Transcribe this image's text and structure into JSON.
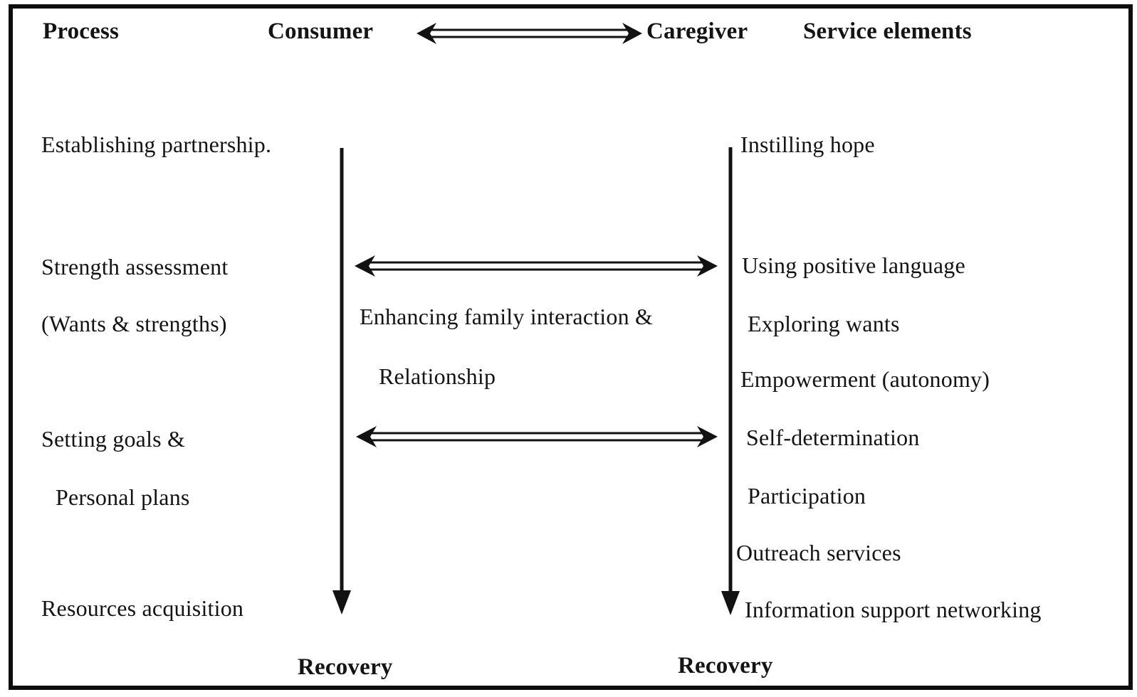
{
  "figure": {
    "title_row": {
      "process": "Process",
      "consumer": "Consumer",
      "caregiver": "Caregiver",
      "service_elements": "Service elements"
    },
    "process_steps": [
      "Establishing partnership.",
      "Strength assessment",
      "(Wants & strengths)",
      "Setting goals &",
      "Personal plans",
      "Resources acquisition"
    ],
    "consumer_caregiver_notes": [
      "Enhancing family interaction &",
      "Relationship"
    ],
    "service_elements": [
      "Instilling hope",
      "Using positive language",
      "Exploring wants",
      "Empowerment (autonomy)",
      "Self-determination",
      "Participation",
      "Outreach services",
      "Information support networking"
    ],
    "outcomes": {
      "consumer": "Recovery",
      "caregiver": "Recovery"
    },
    "colors": {
      "ink": "#121212",
      "background": "#ffffff"
    }
  }
}
